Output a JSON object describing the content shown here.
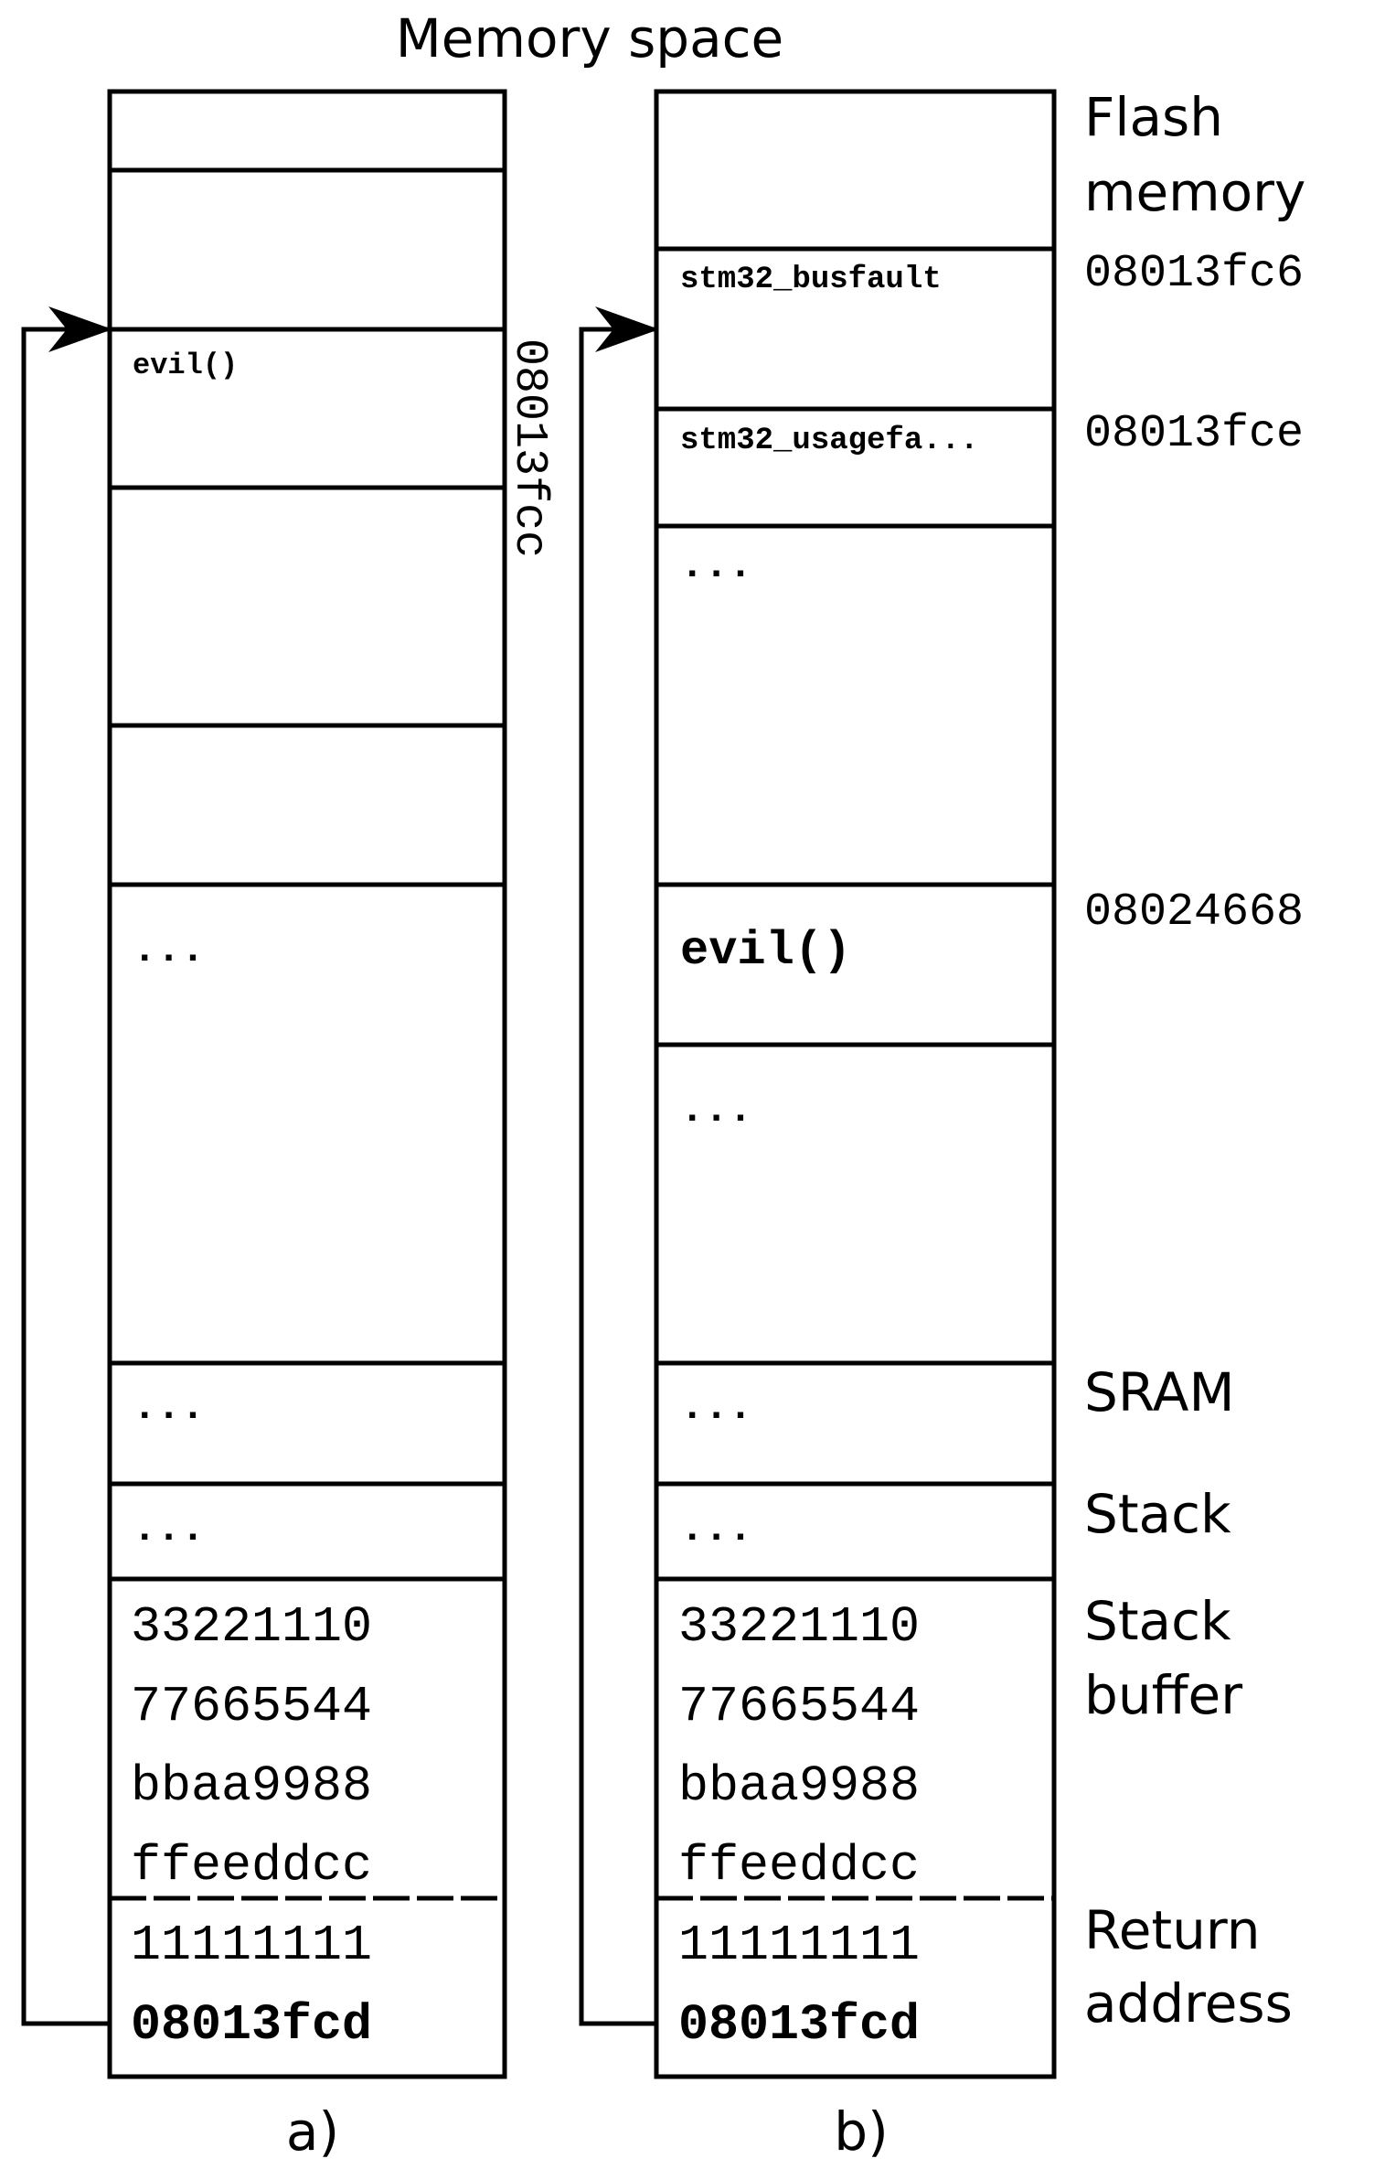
{
  "title": "Memory space",
  "region_labels": {
    "flash_line1": "Flash",
    "flash_line2": "memory",
    "sram": "SRAM",
    "stack": "Stack",
    "stack_buffer_line1": "Stack",
    "stack_buffer_line2": "buffer",
    "return_address_line1": "Return",
    "return_address_line2": "address"
  },
  "addresses": {
    "busfault": "08013fc6",
    "usagefault": "08013fce",
    "evil_b": "08024668",
    "evil_a_vertical": "08013fcc"
  },
  "panel_a": {
    "caption": "a)",
    "evil_label": "evil()",
    "ellipsis_main": "...",
    "ellipsis_sram": "...",
    "ellipsis_stack": "...",
    "buffer_rows": [
      "33221110",
      "77665544",
      "bbaa9988",
      "ffeeddcc"
    ],
    "return_rows": [
      "11111111",
      "08013fcd"
    ]
  },
  "panel_b": {
    "caption": "b)",
    "busfault_label": "stm32_busfault",
    "usagefault_label": "stm32_usagefa...",
    "ellipsis_1": "...",
    "evil_label": "evil()",
    "ellipsis_2": "...",
    "ellipsis_sram": "...",
    "ellipsis_stack": "...",
    "buffer_rows": [
      "33221110",
      "77665544",
      "bbaa9988",
      "ffeeddcc"
    ],
    "return_rows": [
      "11111111",
      "08013fcd"
    ]
  }
}
